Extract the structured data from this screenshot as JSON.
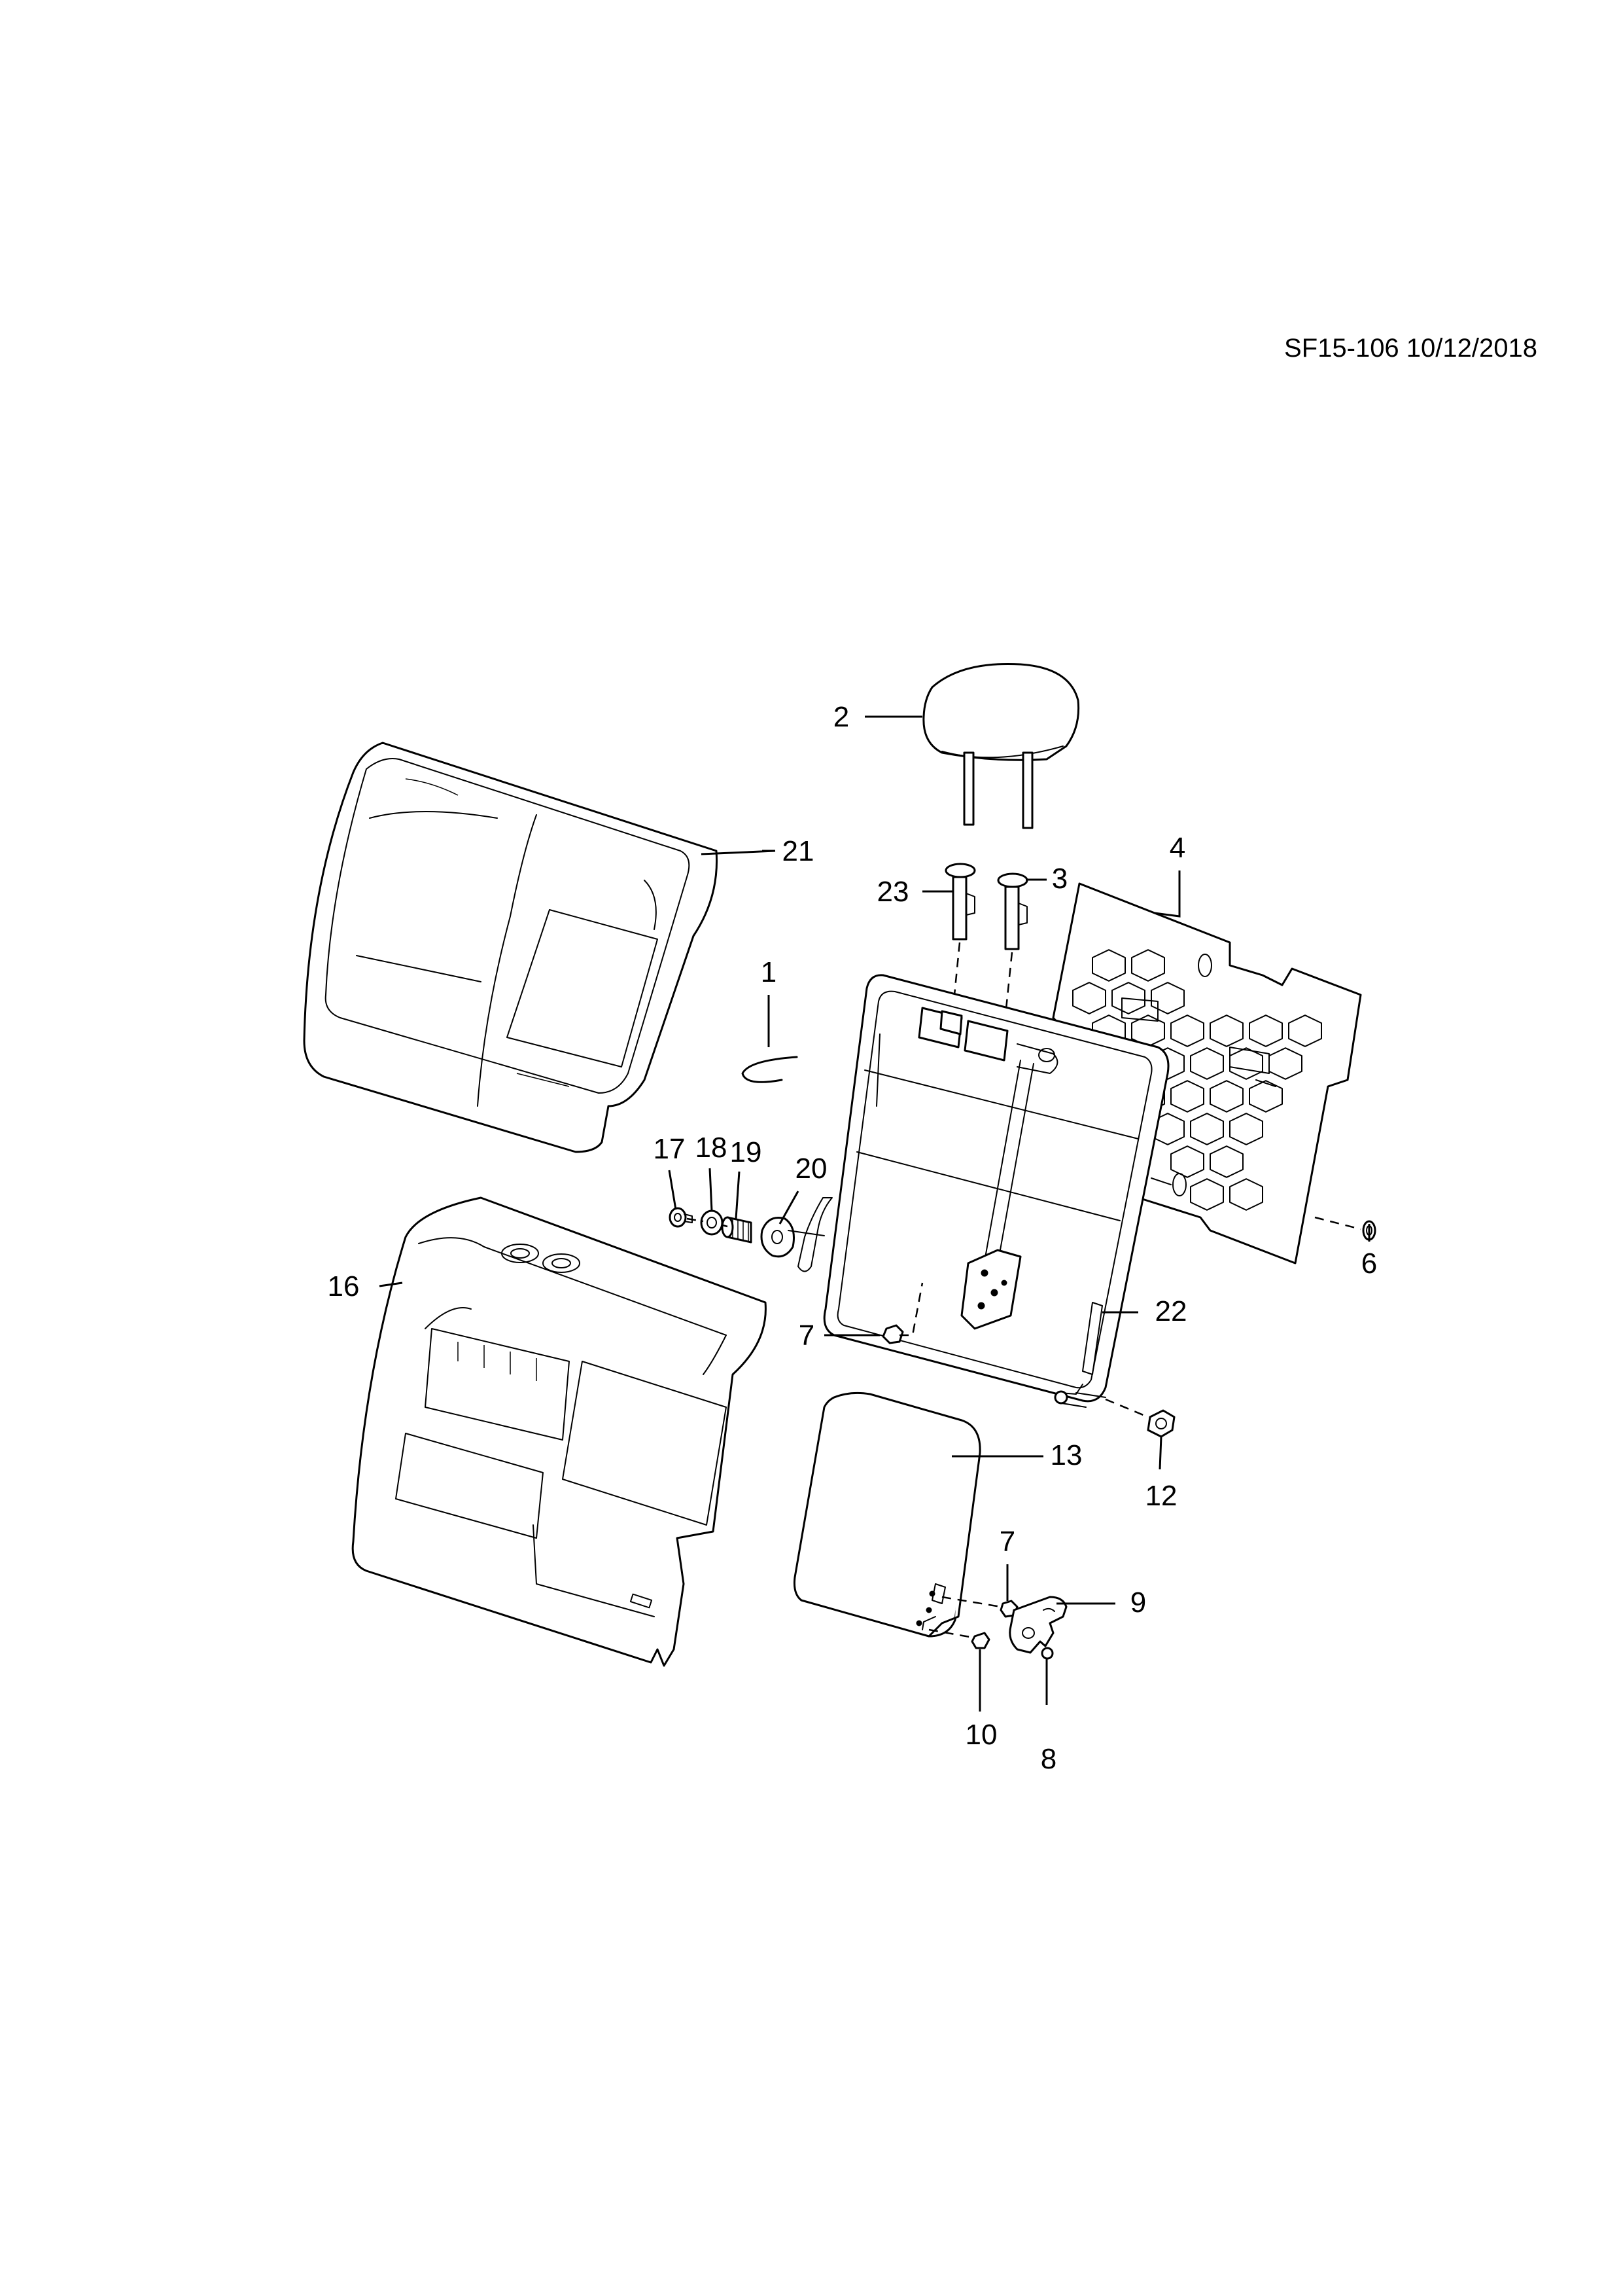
{
  "reference": "SF15-106 10/12/2018",
  "callouts": {
    "c1": "1",
    "c2": "2",
    "c3": "3",
    "c4": "4",
    "c6": "6",
    "c7a": "7",
    "c7b": "7",
    "c8": "8",
    "c9": "9",
    "c10": "10",
    "c12": "12",
    "c13": "13",
    "c16": "16",
    "c17": "17",
    "c18": "18",
    "c19": "19",
    "c20": "20",
    "c21": "21",
    "c22": "22",
    "c23": "23"
  },
  "colors": {
    "line": "#000000",
    "background": "#ffffff"
  }
}
